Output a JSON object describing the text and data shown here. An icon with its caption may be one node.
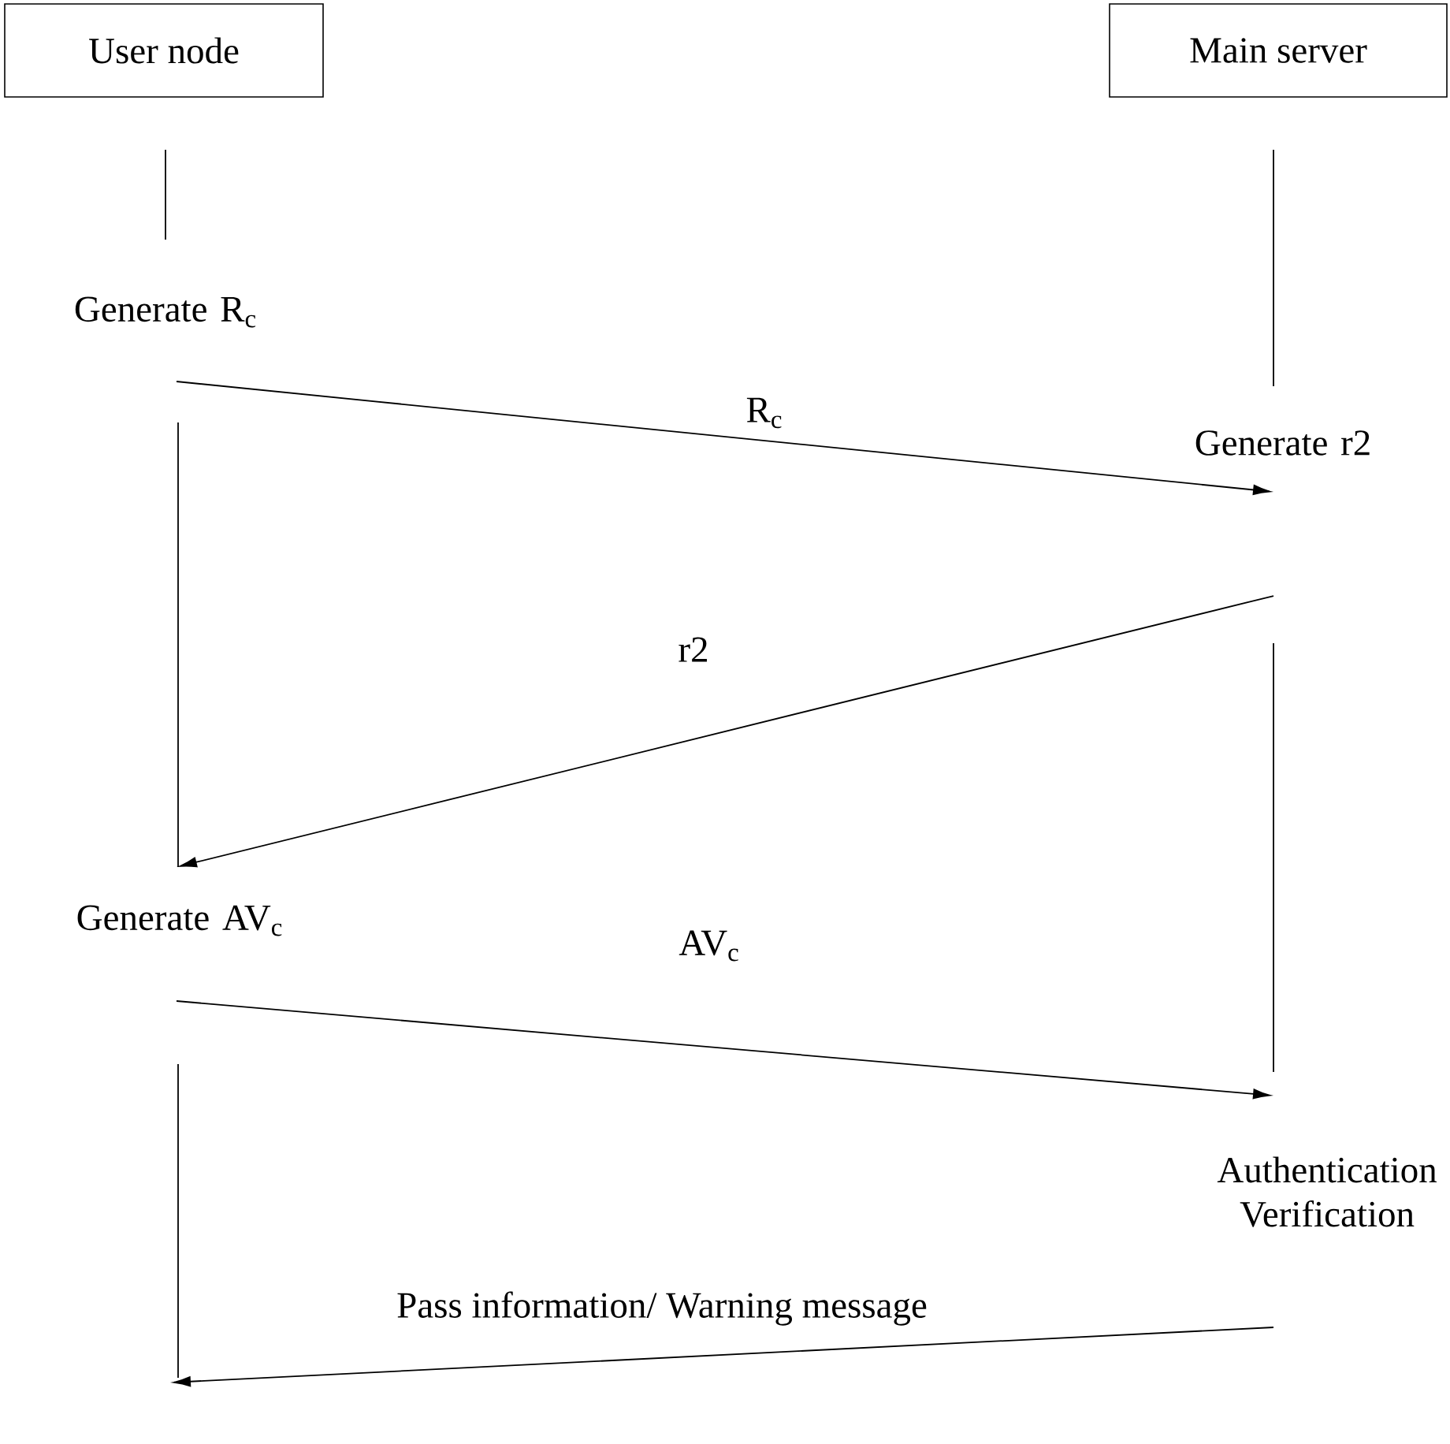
{
  "diagram": {
    "nodes": [
      {
        "text": [
          "User node"
        ]
      },
      {
        "text": [
          "Main server"
        ]
      },
      {
        "text": [
          "Generate R$_{c}$"
        ]
      },
      {
        "text": [
          "Generate r2"
        ]
      },
      {
        "text": [
          "Generate  AV$_{c}$"
        ]
      },
      {
        "text": [
          "Authentication Verification"
        ]
      }
    ],
    "edges": [
      {
        "from": 0,
        "to": 2,
        "arrow": "none"
      },
      {
        "from": 2,
        "to": 4,
        "arrow": "none"
      },
      {
        "from": 1,
        "to": 3,
        "arrow": "none"
      },
      {
        "from": 2,
        "to": 3,
        "arrow": "to",
        "label": "R$_{c}$"
      },
      {
        "from": null,
        "to": 4,
        "arrow": "to",
        "label": "r2"
      },
      {
        "from": 4,
        "to": 5,
        "arrow": "to",
        "label": "AV$_{c}$"
      },
      {
        "from": 5,
        "to": null,
        "arrow": "to",
        "label": "Pass information/ Warning message"
      }
    ]
  }
}
